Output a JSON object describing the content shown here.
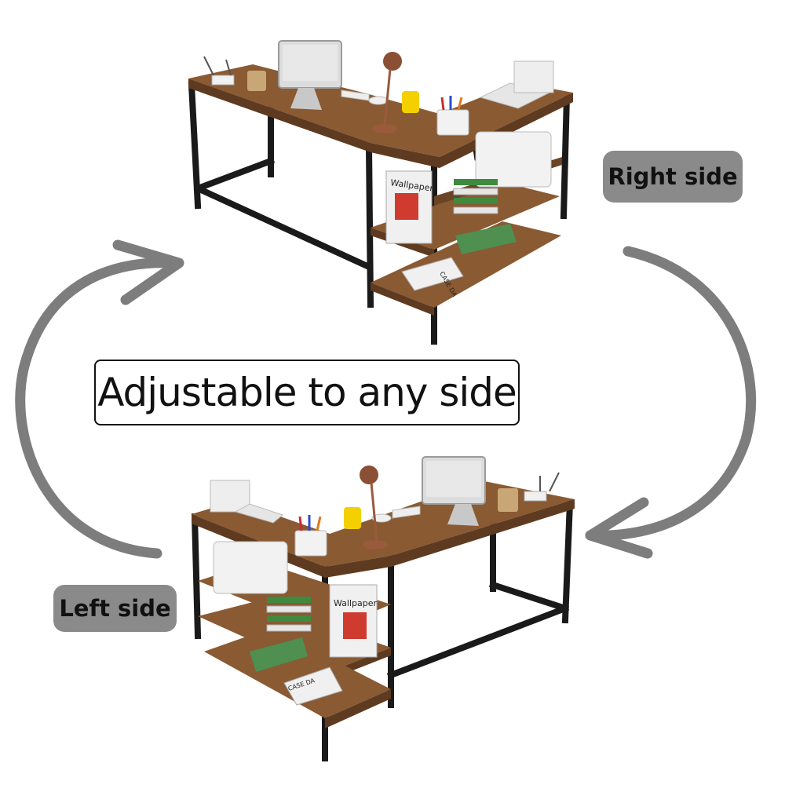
{
  "caption": "Adjustable to any side",
  "labels": {
    "right_side": "Right side",
    "left_side": "Left side"
  },
  "book_text": {
    "wallpaper": "Wallpaper",
    "case": "CASE DA"
  },
  "colors": {
    "pill_background": "#8a8a8a",
    "arrow": "#7d7d7d",
    "wood": "#8a5a33",
    "frame": "#1a1a1a"
  },
  "icons": {
    "rotate_arrow_left": "curved-arrow-up-icon",
    "rotate_arrow_right": "curved-arrow-down-icon"
  }
}
